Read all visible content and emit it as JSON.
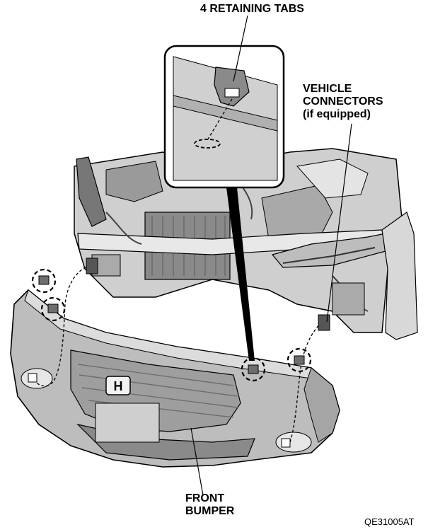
{
  "labels": {
    "retaining_tabs": "4 RETAINING TABS",
    "vehicle_connectors_l1": "VEHICLE",
    "vehicle_connectors_l2": "CONNECTORS",
    "vehicle_connectors_l3": "(if equipped)",
    "front_bumper_l1": "FRONT",
    "front_bumper_l2": "BUMPER"
  },
  "figure_code": "QE31005AT",
  "logo_text": "H",
  "icons": [
    "honda-logo-icon",
    "dashed-circle-icon",
    "connector-icon"
  ],
  "colors": {
    "ink": "#000000",
    "body_gray": "#bdbdbd",
    "dark_gray": "#6e6e6e",
    "light_gray": "#dcdcdc"
  }
}
